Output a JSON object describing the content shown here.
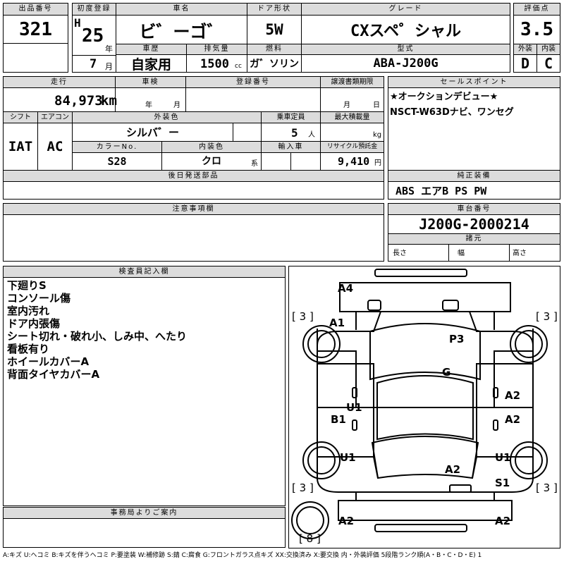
{
  "header": {
    "lot_no_label": "出品番号",
    "lot_no": "321",
    "first_reg_label": "初度登録",
    "era": "H",
    "year": "25",
    "year_unit": "年",
    "month": "7",
    "month_unit": "月",
    "car_name_label": "車名",
    "car_name": "ビ゛ーゴ゛",
    "car_history_label": "車歴",
    "car_history": "自家用",
    "displacement_label": "排気量",
    "displacement": "1500",
    "displacement_unit": "cc",
    "door_label": "ドア形状",
    "door": "5W",
    "fuel_label": "燃料",
    "fuel": "ガ゛ソリン",
    "grade_label": "グレード",
    "grade": "CXスペ゜シャル",
    "model_label": "型式",
    "model": "ABA-J200G",
    "score_label": "評価点",
    "score": "3.5",
    "exterior_label": "外装",
    "exterior": "D",
    "interior_label": "内装",
    "interior": "C"
  },
  "row2": {
    "mileage_label": "走行",
    "mileage": "84,973",
    "mileage_unit": "km",
    "inspection_label": "車検",
    "year_unit": "年",
    "month_unit": "月",
    "reg_no_label": "登録番号",
    "transfer_label": "譲渡書類期限",
    "transfer_month": "月",
    "transfer_day": "日",
    "shift_label": "シフト",
    "shift": "IAT",
    "ac_label": "エアコン",
    "ac": "AC",
    "color_label": "外装色",
    "color": "シルバ゛ー",
    "capacity_label": "乗車定員",
    "capacity": "5",
    "capacity_unit": "人",
    "load_label": "最大積載量",
    "load_unit": "kg",
    "color_no_label": "カラーNo.",
    "color_no": "S28",
    "interior_color_label": "内装色",
    "interior_color": "クロ",
    "interior_color_unit": "系",
    "import_label": "輸入車",
    "recycle_label": "リサイクル預託金",
    "recycle": "9,410",
    "recycle_unit": "円",
    "later_parts_label": "後日発送部品"
  },
  "sales": {
    "label": "セールスポイント",
    "lines": [
      "★オークションデビュー★",
      "NSCT-W63Dナビ、ワンセグ"
    ]
  },
  "equipment": {
    "label": "純正装備",
    "value": "ABS エアB PS PW"
  },
  "chassis": {
    "label": "車台番号",
    "value": "J200G-2000214"
  },
  "dimensions": {
    "label": "諸元",
    "length": "長さ",
    "width": "幅",
    "height": "高さ"
  },
  "notes_label": "注意事項欄",
  "inspector": {
    "label": "検査員記入欄",
    "lines": [
      "下廻りS",
      "コンソール傷",
      "室内汚れ",
      "ドア内張傷",
      "シート切れ・破れ小、しみ中、へたり",
      "看板有り",
      "ホイールカバーA",
      "背面タイヤカバーA"
    ]
  },
  "office": {
    "label": "事務局よりご案内"
  },
  "diagram": {
    "marks": [
      "A4",
      "A1",
      "P3",
      "G",
      "U1",
      "B1",
      "A2",
      "A2",
      "A2",
      "U1",
      "U1",
      "S1",
      "A2",
      "A2"
    ],
    "tire_tread": [
      "3",
      "3",
      "3",
      "3",
      "8"
    ]
  },
  "legend": "A:キズ U:ヘコミ B:キズを伴うヘコミ P:要塗装 W:補修跡 S:錆 C:腐食 G:フロントガラス点キズ XX:交換済み X:要交換 内・外装評価 5段階ランク順(A・B・C・D・E) 1"
}
